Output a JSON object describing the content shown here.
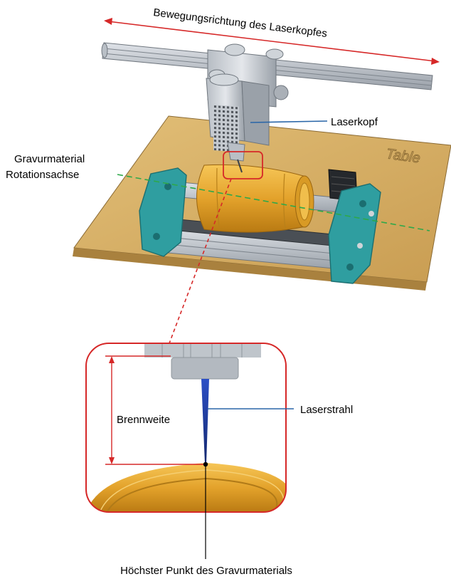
{
  "labels": {
    "movement_direction": "Bewegungsrichtung des Laserkopfes",
    "laser_head": "Laserkopf",
    "material_axis_line1": "Gravurmaterial",
    "material_axis_line2": "Rotationsachse",
    "table": "Table",
    "focal_length": "Brennweite",
    "laser_beam": "Laserstrahl",
    "highest_point": "Höchster Punkt des Gravurmaterials"
  },
  "colors": {
    "arrow_red": "#d62828",
    "axis_green": "#2ea84a",
    "callout_blue": "#2a66a8",
    "table_tan": "#d8b26a",
    "frame_teal": "#2f9ea0",
    "material_gold": "#e2a32c",
    "beam_blue": "#1f3fa8"
  }
}
